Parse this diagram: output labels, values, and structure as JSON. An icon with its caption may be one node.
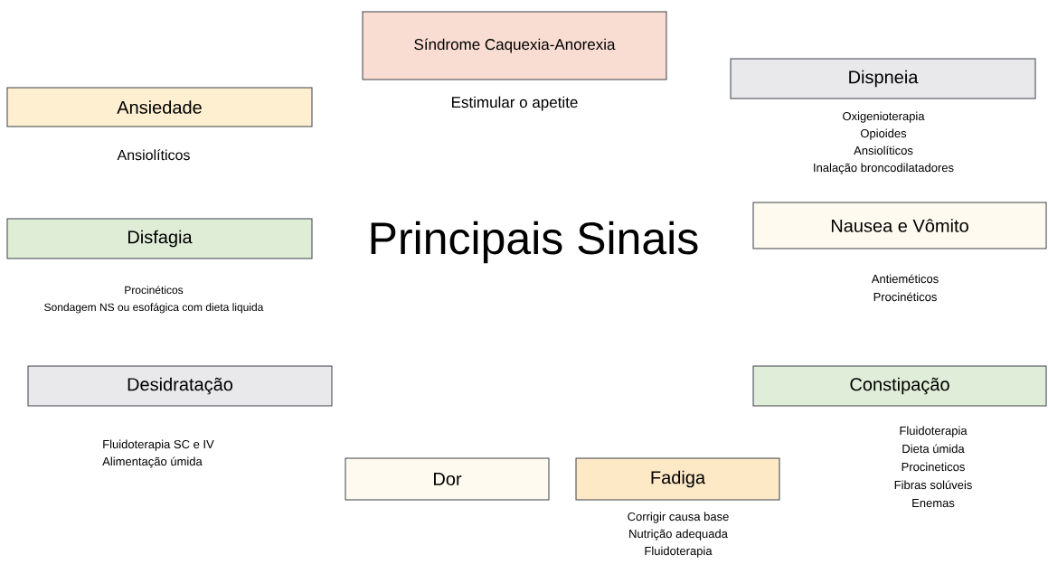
{
  "diagram": {
    "title": "Principais Sinais",
    "nodes": [
      {
        "text": [
          "Síndrome Caquexia-Anorexia"
        ],
        "beside": [
          "Estimular o apetite"
        ]
      },
      {
        "text": [
          "Dispneia"
        ],
        "beside": [
          "Oxigenioterapia",
          "Opioides",
          "Ansiolíticos",
          "Inalação broncodilatadores"
        ]
      },
      {
        "text": [
          "Ansiedade"
        ],
        "beside": [
          "Ansiolíticos"
        ]
      },
      {
        "text": [
          "Nausea e Vômito"
        ],
        "beside": [
          "Antieméticos",
          "Procinéticos"
        ]
      },
      {
        "text": [
          "Disfagia"
        ],
        "beside": [
          "Procinéticos",
          "Sondagem NS ou esofágica com dieta liquida"
        ]
      },
      {
        "text": [
          "Desidratação"
        ],
        "beside": [
          "Fluidoterapia SC e IV",
          "Alimentação úmida"
        ]
      },
      {
        "text": [
          "Constipação"
        ],
        "beside": [
          "Fluidoterapia",
          "Dieta úmida",
          "Procineticos",
          "Fibras solúveis",
          "Enemas"
        ]
      },
      {
        "text": [
          "Dor"
        ]
      },
      {
        "text": [
          "Fadiga"
        ],
        "beside": [
          "Corrigir causa base",
          "Nutrição adequada",
          "Fluidoterapia"
        ]
      }
    ]
  }
}
